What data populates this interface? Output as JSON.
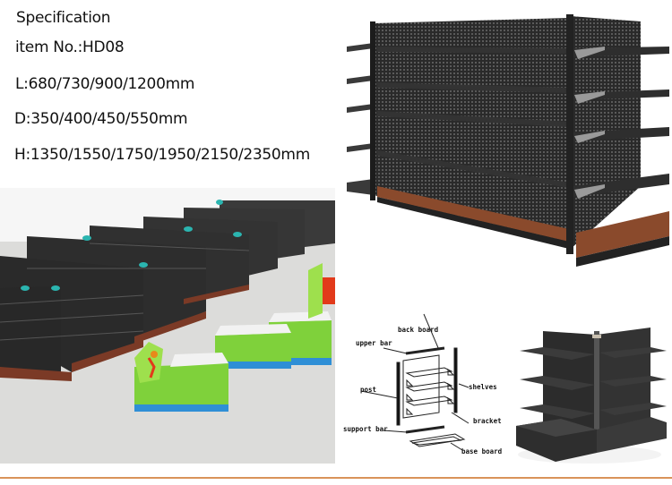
{
  "spec": {
    "title": "Specification",
    "item_no": "item No.:HD08",
    "length": "L:680/730/900/1200mm",
    "depth": "D:350/400/450/550mm",
    "height": "H:1350/1550/1750/1950/2150/2350mm"
  },
  "diagram": {
    "labels": {
      "back_board": "back board",
      "upper_bar": "upper bar",
      "post": "post",
      "shelves": "shelves",
      "bracket": "bracket",
      "support_bar": "support bar",
      "base_board": "base board"
    }
  },
  "colors": {
    "divider": "#d9935a",
    "shelf_metal": "#2b2b2b",
    "wood_base": "#8a4a2c",
    "dragon_green": "#7fd13b",
    "tag_teal": "#2bb5b0"
  }
}
